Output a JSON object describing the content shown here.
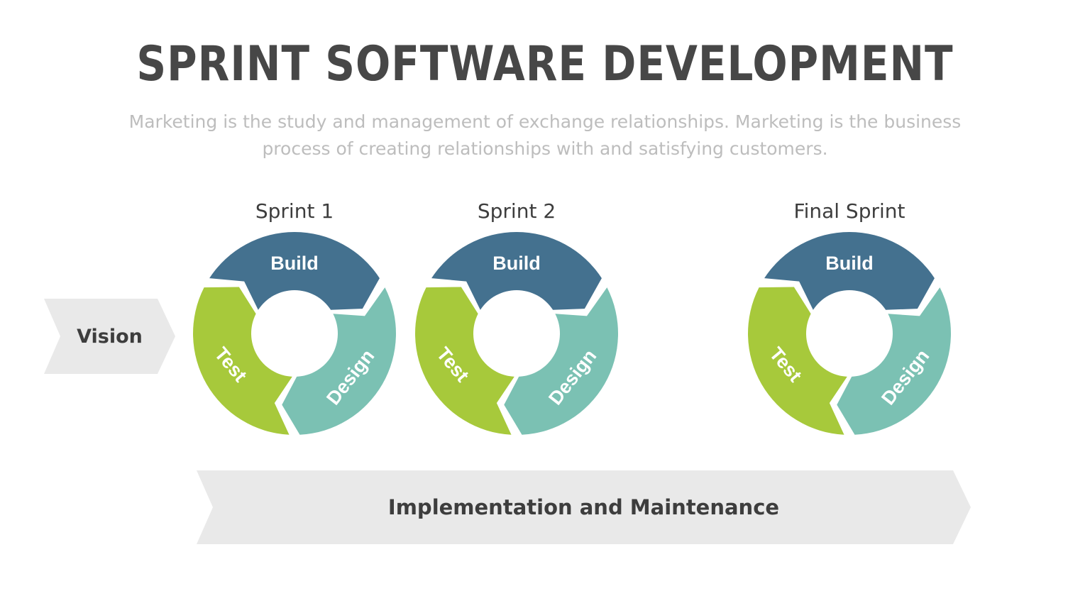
{
  "header": {
    "title": "SPRINT SOFTWARE DEVELOPMENT",
    "subtitle": "Marketing is the study and management of exchange relationships. Marketing is the business process of creating relationships with and satisfying customers."
  },
  "flow": {
    "vision_label": "Vision",
    "implementation_label": "Implementation and Maintenance"
  },
  "sprints": [
    {
      "label": "Sprint 1"
    },
    {
      "label": "Sprint 2"
    },
    {
      "label": "Final Sprint"
    }
  ],
  "cycle_segments": [
    {
      "label": "Build",
      "color": "#44718F"
    },
    {
      "label": "Design",
      "color": "#7BC1B3"
    },
    {
      "label": "Test",
      "color": "#A7C93B"
    }
  ],
  "colors": {
    "background": "#FFFFFF",
    "title_text": "#474747",
    "subtitle_text": "#BDBDBD",
    "label_text": "#3D3D3D",
    "arrow_fill": "#E9E9E9",
    "segment_text": "#FFFFFF"
  }
}
